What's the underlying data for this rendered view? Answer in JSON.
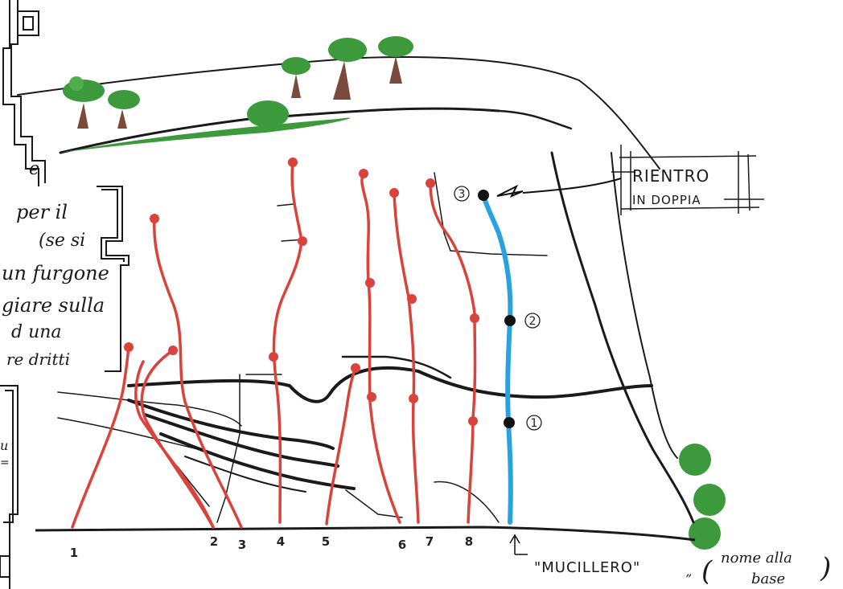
{
  "side_note": {
    "lines": [
      "e",
      "per il",
      "(se si",
      "un furgone",
      "giare sulla",
      "d una",
      "re dritti"
    ]
  },
  "edge_fragment": {
    "lines": [
      "u",
      "="
    ]
  },
  "rientro": {
    "line1": "RIENTRO",
    "line2": "IN DOPPIA"
  },
  "base_note": {
    "name": "\"MUCILLERO\"",
    "closing_mark": "”",
    "paren_open": "(",
    "line1": "nome alla",
    "line2": "base",
    "paren_close": ")"
  },
  "routes": [
    {
      "number": "1",
      "color": "#d9433b"
    },
    {
      "number": "2",
      "color": "#d9433b"
    },
    {
      "number": "3",
      "color": "#d9433b"
    },
    {
      "number": "4",
      "color": "#d9433b"
    },
    {
      "number": "5",
      "color": "#d9433b"
    },
    {
      "number": "6",
      "color": "#d9433b"
    },
    {
      "number": "7",
      "color": "#d9433b"
    },
    {
      "number": "8",
      "color": "#d9433b"
    }
  ],
  "multipitch": {
    "color": "#29a3e0",
    "belays": [
      {
        "label": "1"
      },
      {
        "label": "2"
      },
      {
        "label": "3"
      }
    ]
  },
  "colors": {
    "route_red": "#d9433b",
    "route_blue": "#29a3e0",
    "vegetation": "#3c9a3c",
    "ink": "#1a1a1a"
  }
}
